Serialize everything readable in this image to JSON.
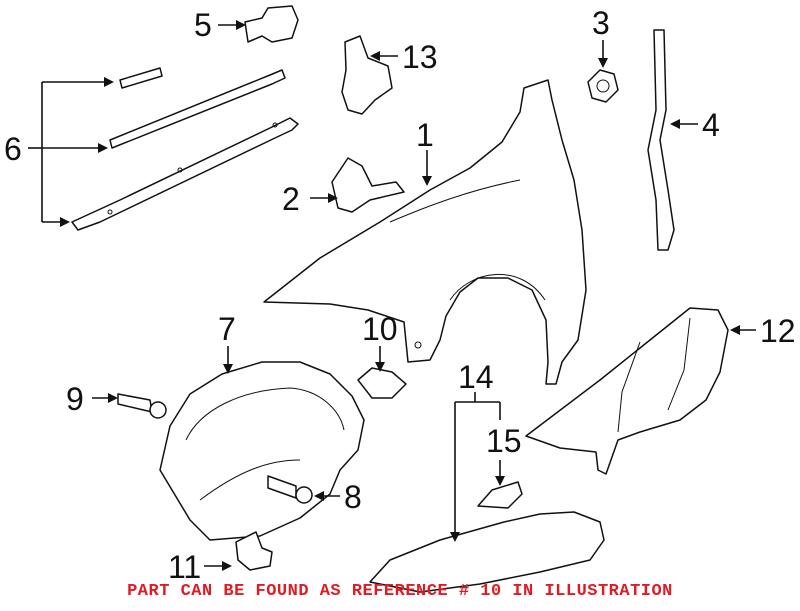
{
  "callouts": [
    "1",
    "2",
    "3",
    "4",
    "5",
    "6",
    "7",
    "8",
    "9",
    "10",
    "11",
    "12",
    "13",
    "14",
    "15"
  ],
  "caption": "PART CAN BE FOUND AS REFERENCE # 10 IN ILLUSTRATION",
  "colors": {
    "caption": "#e01b24",
    "ink": "#111111"
  }
}
